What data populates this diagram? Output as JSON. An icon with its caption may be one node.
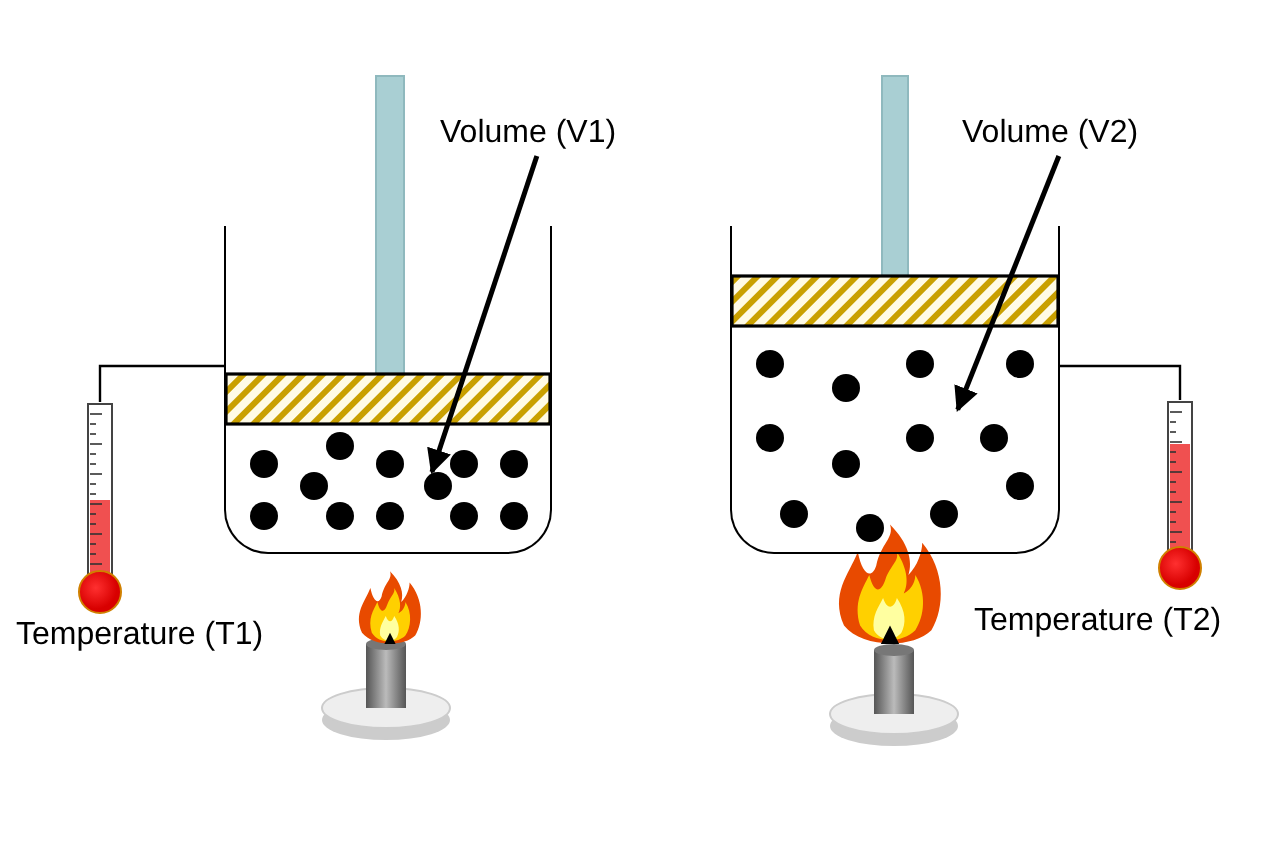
{
  "diagram": {
    "nodes": [
      {
        "text": [
          "Volume (V1)"
        ]
      },
      {
        "text": [],
        "shape": "box"
      },
      {
        "text": [],
        "shape": "picture",
        "beside": [
          "Temperature (T1)"
        ]
      },
      {
        "text": [
          "Volume (V2)"
        ]
      },
      {
        "text": [],
        "shape": "box"
      },
      {
        "text": [],
        "shape": "picture",
        "beside": [
          "Temperature (T2)"
        ]
      }
    ],
    "edges": [
      {
        "from": 0,
        "to": 1,
        "arrow": "to"
      },
      {
        "from": 1,
        "to": 2,
        "arrow": "none"
      },
      {
        "from": 3,
        "to": 4,
        "arrow": "to"
      },
      {
        "from": 4,
        "to": 5,
        "arrow": "none"
      }
    ]
  }
}
